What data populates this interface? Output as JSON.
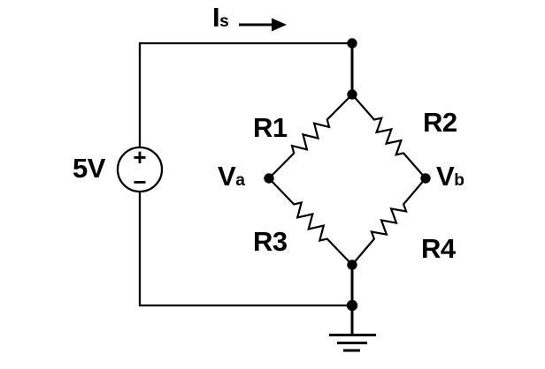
{
  "diagram": {
    "kind": "wheatstone-bridge-circuit",
    "colors": {
      "wire": "#000000",
      "text": "#000000",
      "background": "#ffffff"
    },
    "source": {
      "value": "5V",
      "plus": "+",
      "minus": "−"
    },
    "current": {
      "base": "I",
      "sub": "s"
    },
    "node_a": {
      "base": "V",
      "sub": "a"
    },
    "node_b": {
      "base": "V",
      "sub": "b"
    },
    "resistors": {
      "r1": "R1",
      "r2": "R2",
      "r3": "R3",
      "r4": "R4"
    }
  }
}
